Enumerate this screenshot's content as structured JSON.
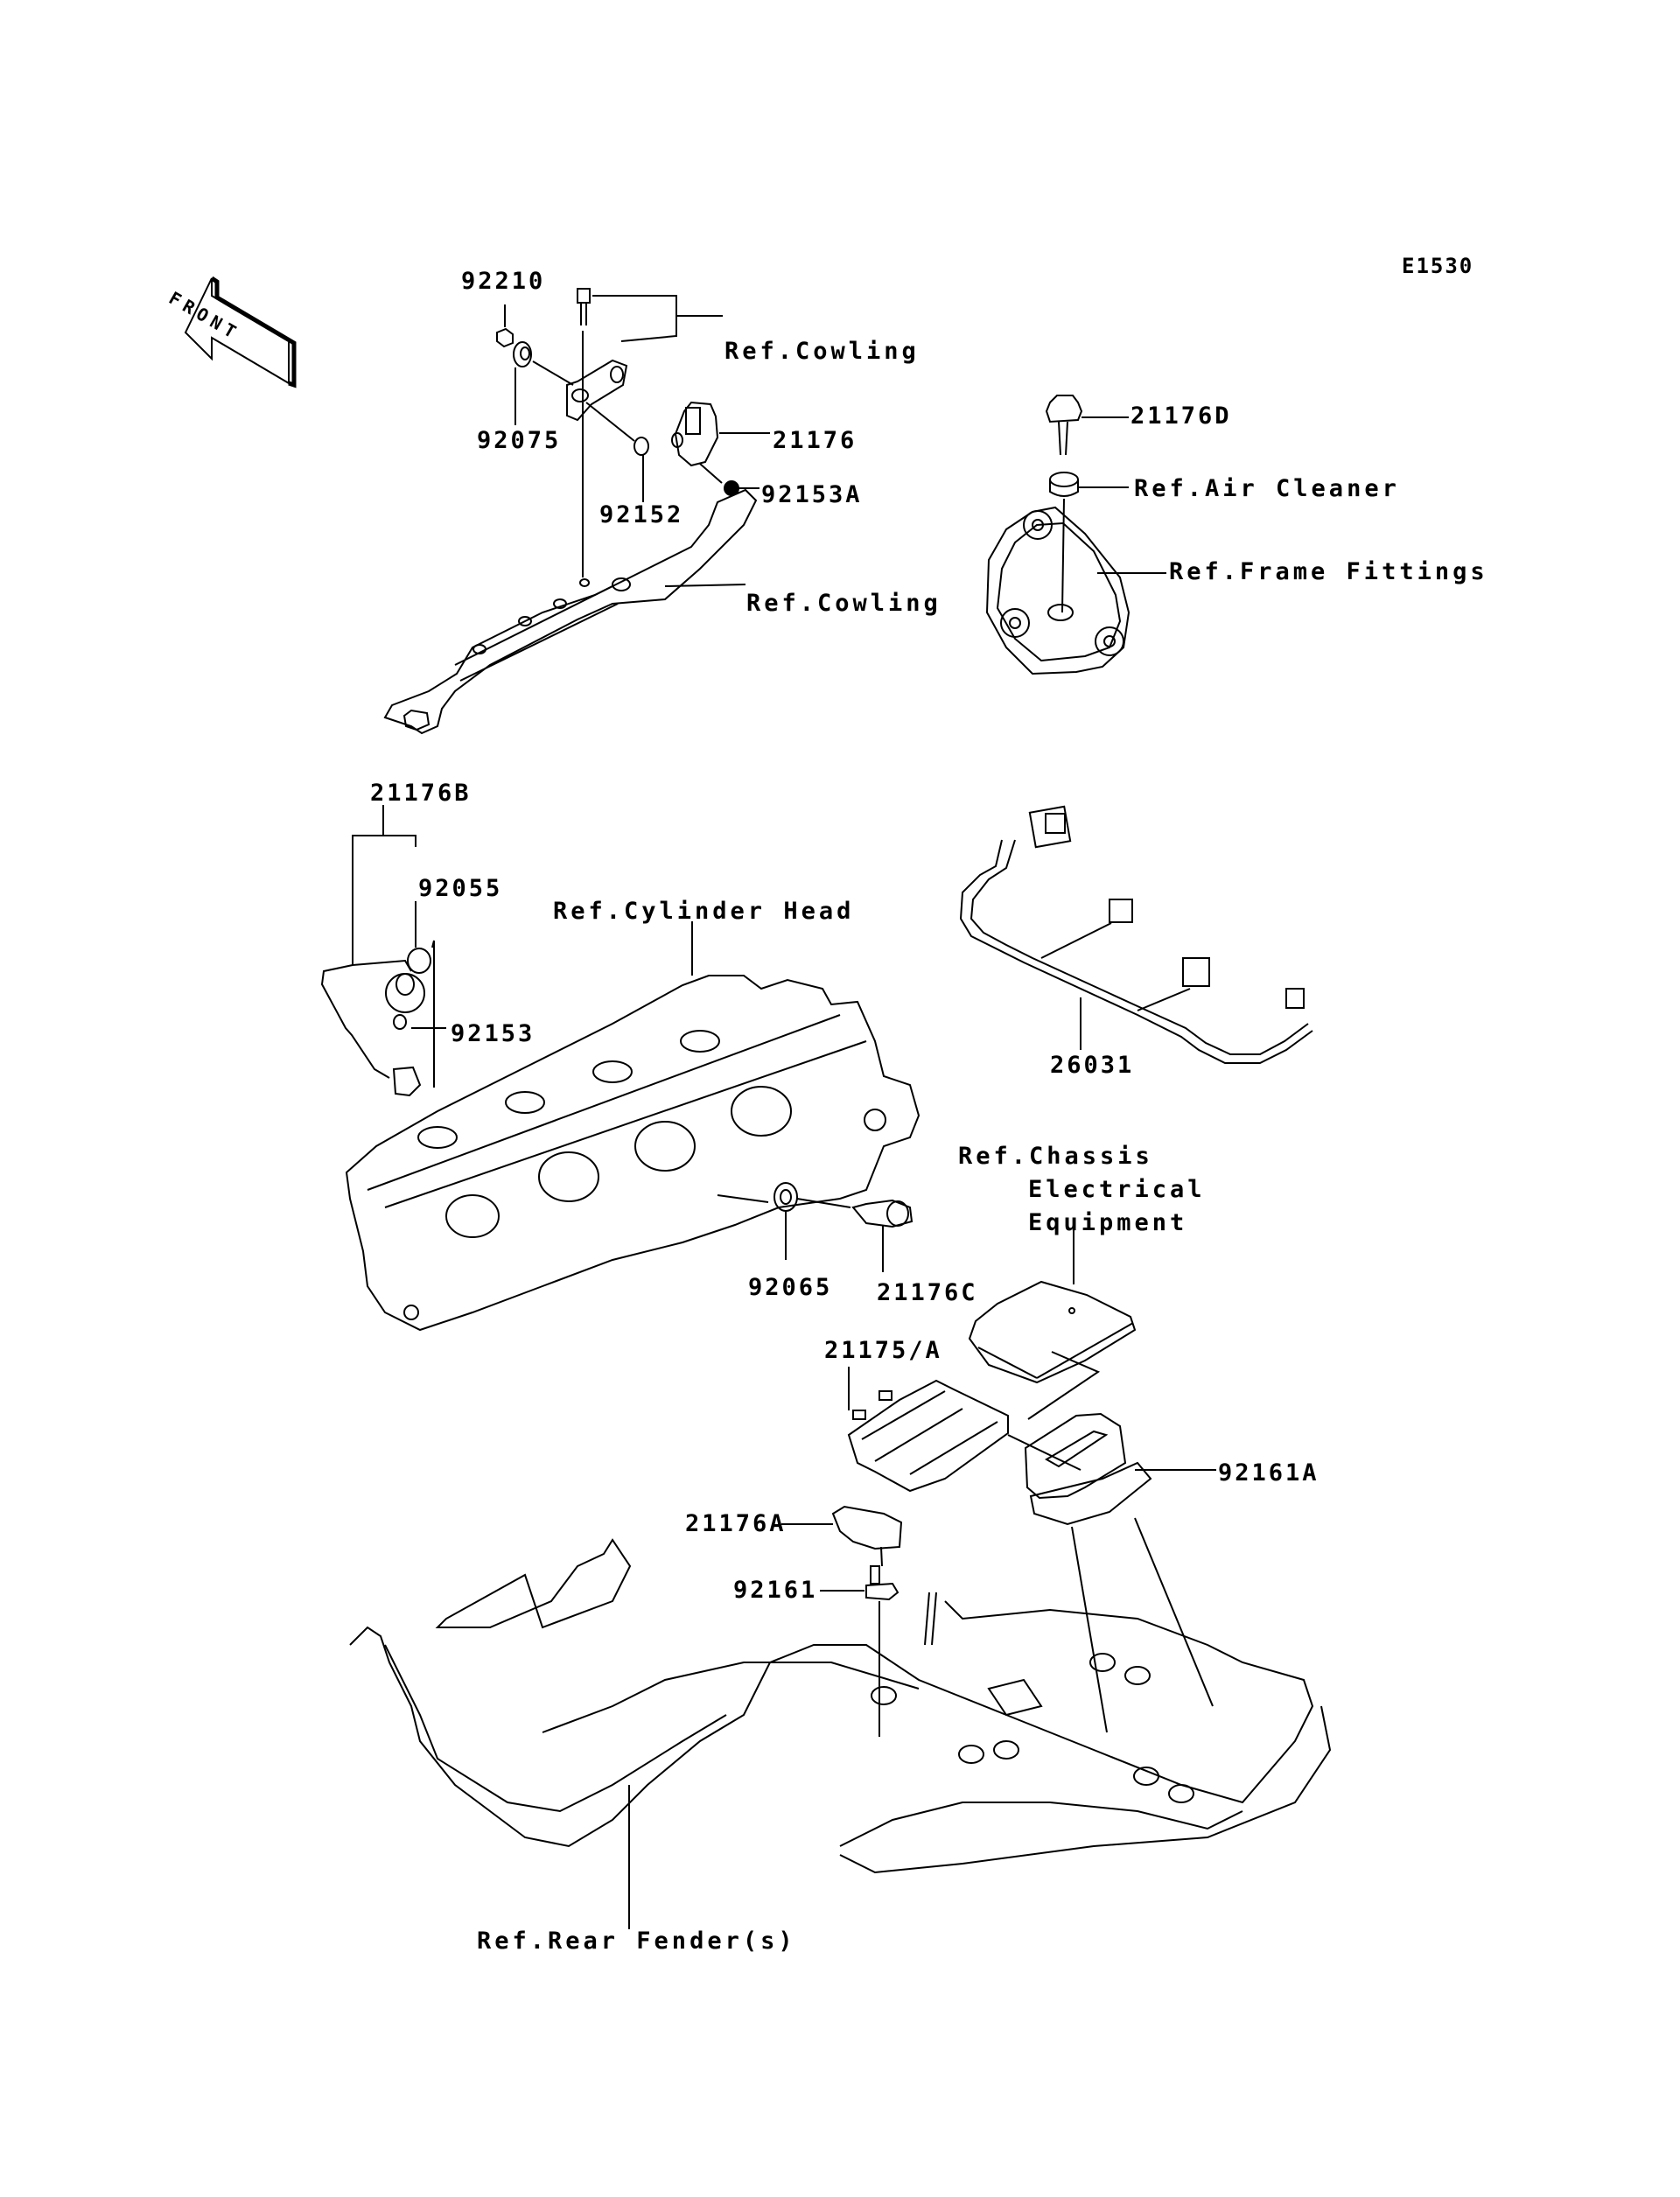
{
  "diagram": {
    "code": "E1530",
    "front_label": "FRONT",
    "parts": [
      {
        "id": "p-92210",
        "number": "92210"
      },
      {
        "id": "p-92075",
        "number": "92075"
      },
      {
        "id": "p-21176",
        "number": "21176"
      },
      {
        "id": "p-92152",
        "number": "92152"
      },
      {
        "id": "p-92153A",
        "number": "92153A"
      },
      {
        "id": "p-21176D",
        "number": "21176D"
      },
      {
        "id": "p-21176B",
        "number": "21176B"
      },
      {
        "id": "p-92055",
        "number": "92055"
      },
      {
        "id": "p-92153",
        "number": "92153"
      },
      {
        "id": "p-26031",
        "number": "26031"
      },
      {
        "id": "p-92065",
        "number": "92065"
      },
      {
        "id": "p-21176C",
        "number": "21176C"
      },
      {
        "id": "p-21175A",
        "number": "21175/A"
      },
      {
        "id": "p-92161A",
        "number": "92161A"
      },
      {
        "id": "p-21176A",
        "number": "21176A"
      },
      {
        "id": "p-92161",
        "number": "92161"
      }
    ],
    "references": {
      "cowling_top": "Ref.Cowling",
      "cowling_bracket": "Ref.Cowling",
      "air_cleaner": "Ref.Air Cleaner",
      "frame_fittings": "Ref.Frame Fittings",
      "cylinder_head": "Ref.Cylinder Head",
      "chassis_electrical": [
        "Ref.Chassis",
        "Electrical",
        "Equipment"
      ],
      "rear_fender": "Ref.Rear Fender(s)"
    }
  }
}
